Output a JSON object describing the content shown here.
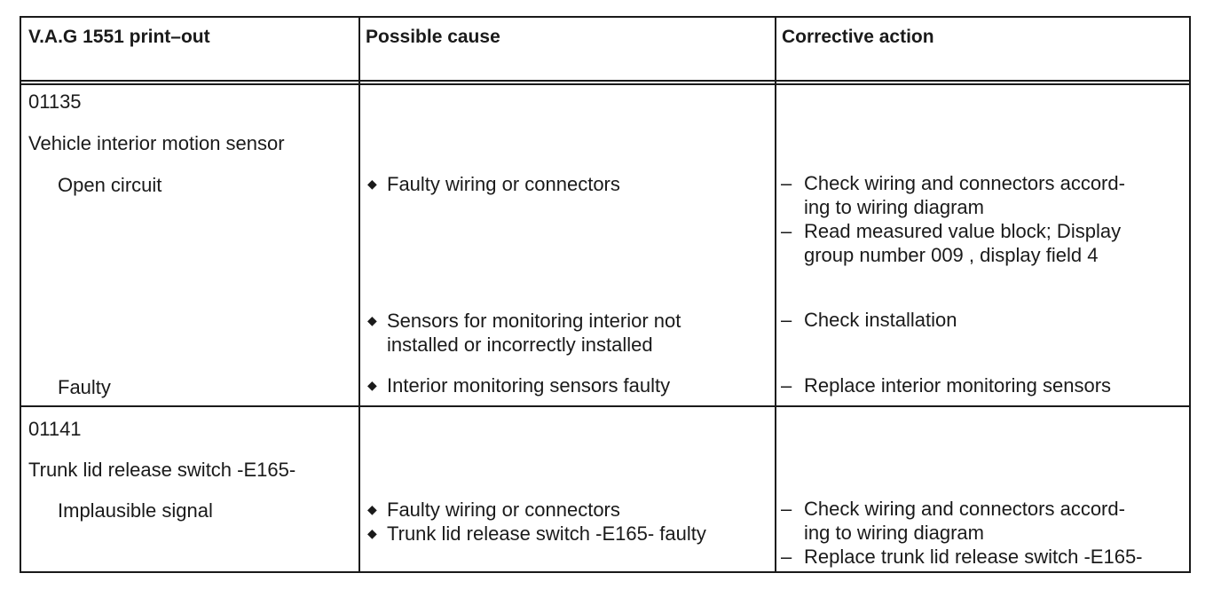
{
  "header": {
    "col1": "V.A.G 1551 print–out",
    "col2": "Possible cause",
    "col3": "Corrective action"
  },
  "faults": [
    {
      "code": "01135",
      "component": "Vehicle interior motion sensor",
      "conditions": [
        {
          "label": "Open circuit",
          "causes": [
            "Faulty wiring or connectors"
          ],
          "actions": [
            [
              "Check wiring and connectors accord-",
              "ing to wiring diagram"
            ],
            [
              "Read measured value block; Display",
              "group number 009 , display field 4"
            ]
          ]
        },
        {
          "label": "",
          "causes": [
            [
              "Sensors for monitoring interior not",
              "installed or incorrectly installed"
            ]
          ],
          "actions": [
            [
              "Check installation"
            ]
          ]
        },
        {
          "label": "Faulty",
          "causes": [
            "Interior monitoring sensors faulty"
          ],
          "actions": [
            [
              "Replace interior monitoring sensors"
            ]
          ]
        }
      ]
    },
    {
      "code": "01141",
      "component": "Trunk lid release switch -E165-",
      "conditions": [
        {
          "label": "Implausible signal",
          "causes": [
            "Faulty wiring or connectors",
            "Trunk lid release switch -E165- faulty"
          ],
          "actions": [
            [
              "Check wiring and connectors accord-",
              "ing to wiring diagram"
            ],
            [
              "Replace trunk lid release switch -E165-"
            ]
          ]
        }
      ]
    }
  ],
  "symbols": {
    "bullet": "◆",
    "dash": "–"
  }
}
